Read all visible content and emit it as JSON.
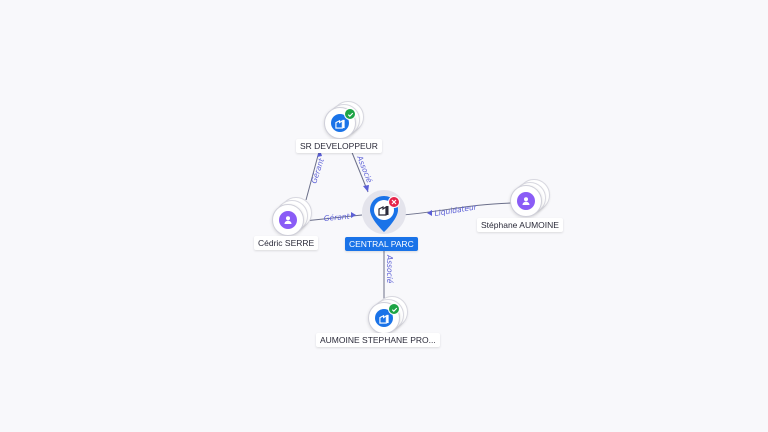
{
  "nodes": {
    "sr": {
      "label": "SR DEVELOPPEUR",
      "status": "active"
    },
    "cedric": {
      "label": "Cédric SERRE"
    },
    "central": {
      "label": "CENTRAL PARC",
      "status": "closed"
    },
    "stephane": {
      "label": "Stéphane AUMOINE"
    },
    "aumoine": {
      "label": "AUMOINE STEPHANE PRO...",
      "status": "active"
    }
  },
  "edges": {
    "cedric_sr": "Gérant",
    "sr_central": "Associé",
    "cedric_central": "Gérant",
    "stephane_central": "Liquidateur",
    "central_aumoine": "Associé"
  },
  "colors": {
    "company": "#1a73e8",
    "person": "#8a5cf6",
    "active_badge": "#1ea446",
    "closed_badge": "#e5254b",
    "edge_label": "#5b5fd6"
  },
  "icons": {
    "company": "building-icon",
    "person": "person-icon",
    "active": "check-icon",
    "closed": "close-icon"
  }
}
